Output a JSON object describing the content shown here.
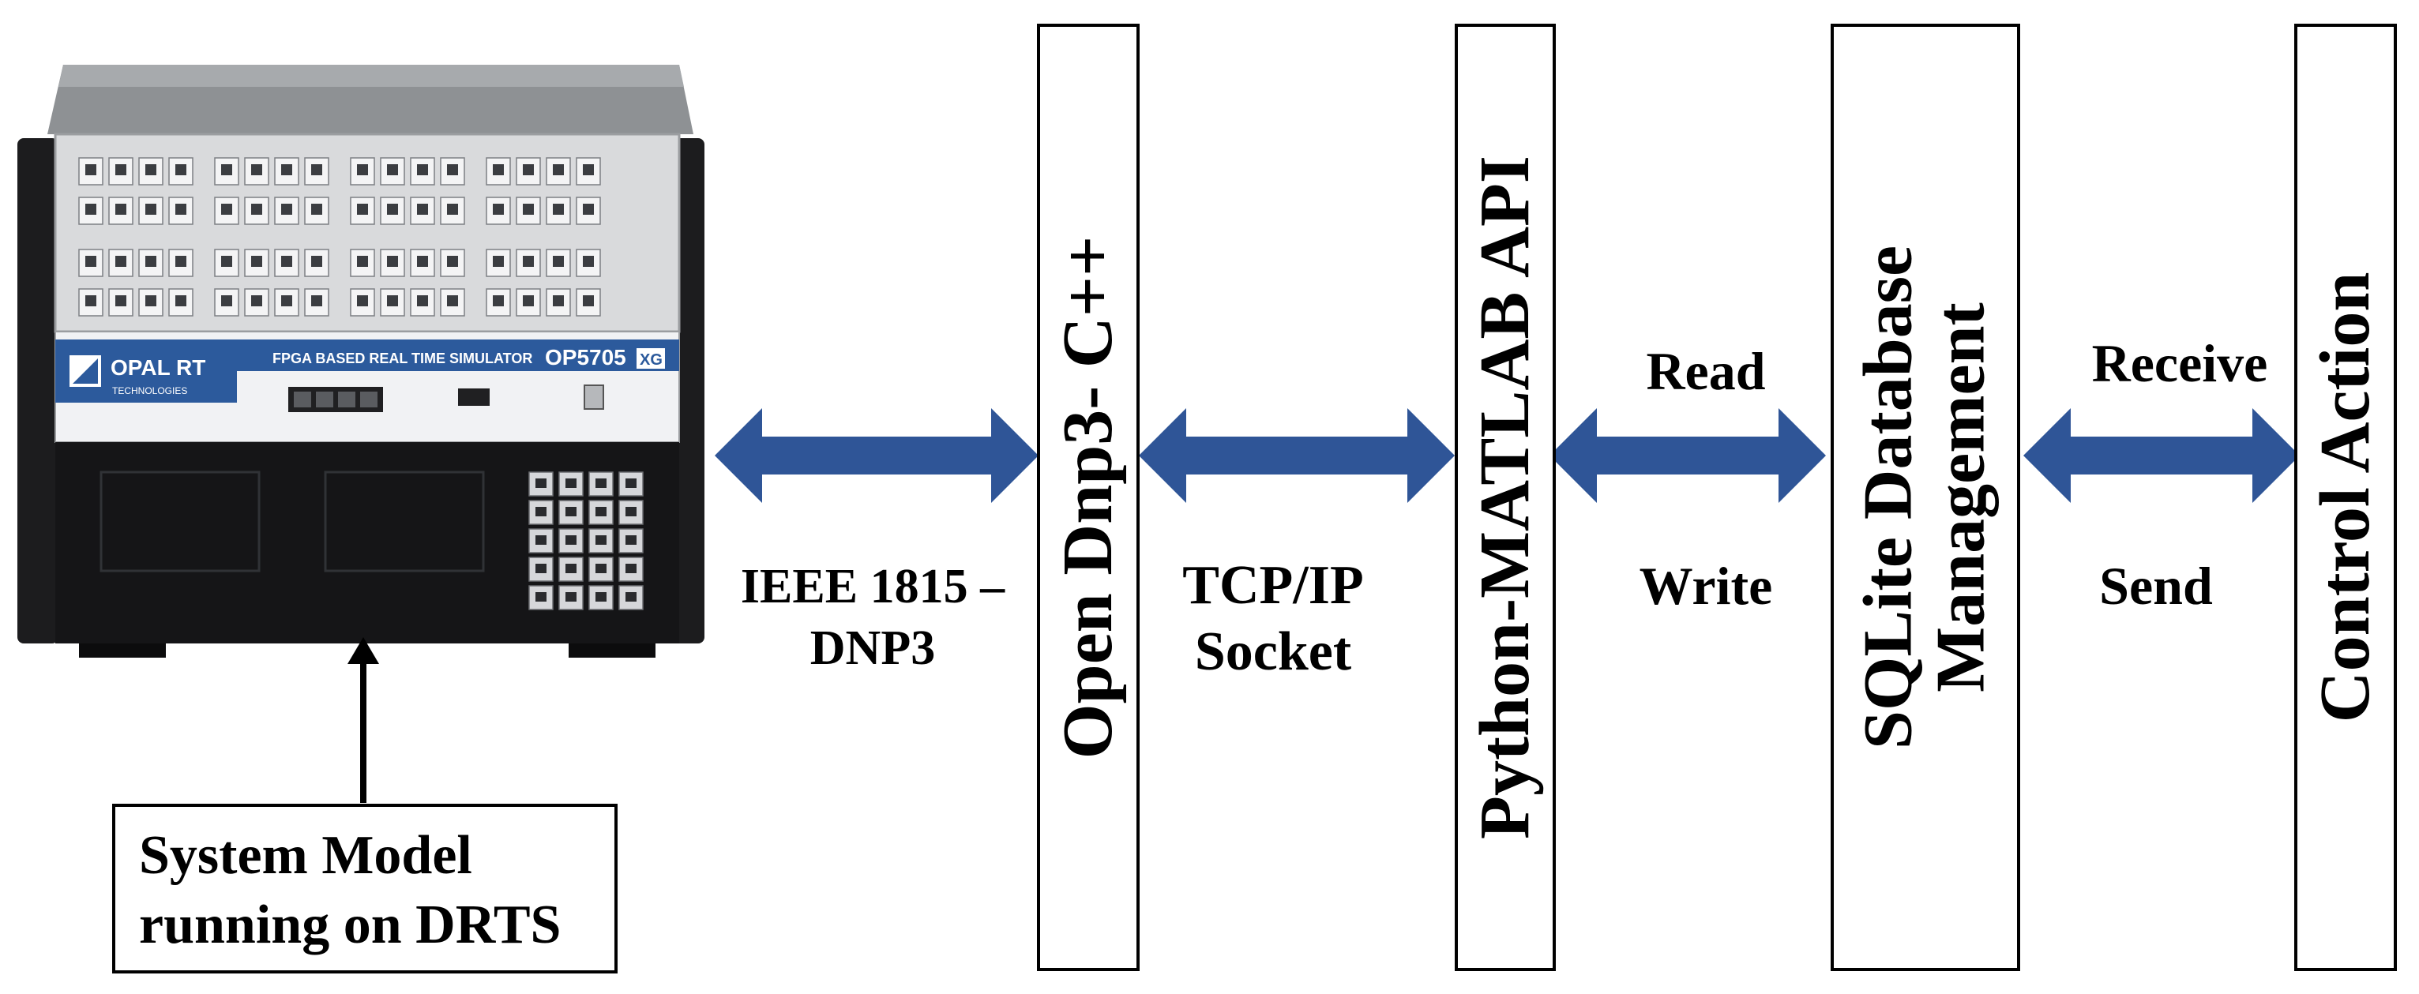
{
  "colors": {
    "arrow": "#2f5597",
    "stroke": "#000000",
    "device_panel": "#d9dadc",
    "device_blue": "#2c5a9c"
  },
  "device": {
    "brand": "OPAL RT",
    "brand_sub": "TECHNOLOGIES",
    "panel_title": "FPGA BASED REAL TIME SIMULATOR",
    "model": "OP5705",
    "model_badge": "XG"
  },
  "model_box": {
    "line1": "System Model",
    "line2": "running on DRTS"
  },
  "links": [
    {
      "id": "ieee",
      "label_line1": "IEEE 1815 –",
      "label_line2": "DNP3"
    },
    {
      "id": "tcp",
      "label_line1": "TCP/IP",
      "label_line2": "Socket"
    },
    {
      "id": "rw",
      "top_label": "Read",
      "bottom_label": "Write"
    },
    {
      "id": "rs",
      "top_label": "Receive",
      "bottom_label": "Send"
    }
  ],
  "boxes": [
    {
      "id": "opendnp3",
      "label": "Open Dnp3- C++"
    },
    {
      "id": "python",
      "label": "Python-MATLAB API"
    },
    {
      "id": "sqlite",
      "label_line1": "SQLite Database",
      "label_line2": "Management"
    },
    {
      "id": "control",
      "label": "Control Action"
    }
  ]
}
